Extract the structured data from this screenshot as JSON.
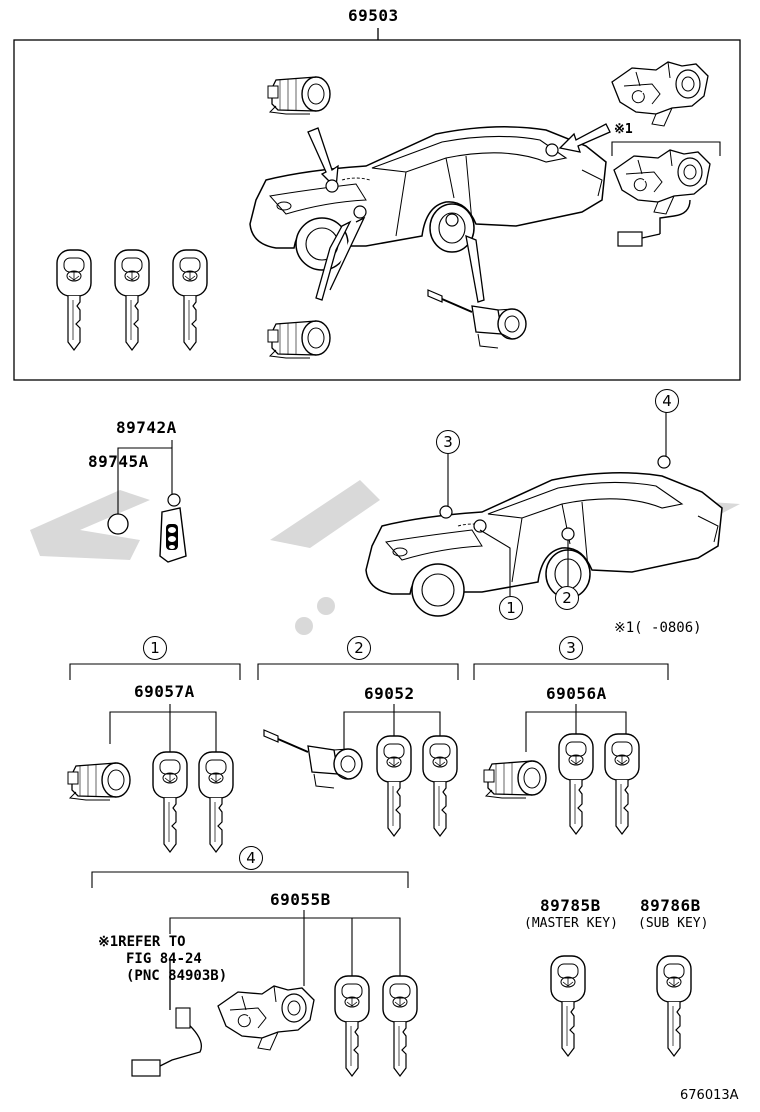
{
  "labels": {
    "top_assembly": "69503",
    "transmitter_a": "89742A",
    "transmitter_b": "89745A",
    "set1": "69057A",
    "set2": "69052",
    "set3": "69056A",
    "set4": "69055B",
    "master_key": "89785B",
    "sub_key": "89786B",
    "master_key_caption": "(MASTER KEY)",
    "sub_key_caption": "(SUB KEY)",
    "figure_id": "676013A"
  },
  "callouts": {
    "c1": "1",
    "c2": "2",
    "c3": "3",
    "c4": "4"
  },
  "notes": {
    "ref_mark": "※1",
    "date_range": "※1(  -0806)",
    "refer_line1": "※1REFER TO",
    "refer_line2": "FIG 84-24",
    "refer_line3": "(PNC 84903B)"
  },
  "colors": {
    "line": "#000000",
    "watermark": "#d9d9d9"
  }
}
